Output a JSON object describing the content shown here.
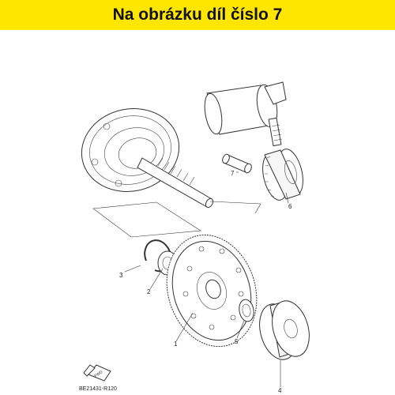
{
  "banner": {
    "text": "Na obrázku díl číslo 7",
    "background": "#ffe600"
  },
  "callouts": [
    "1",
    "2",
    "3",
    "4",
    "5",
    "6",
    "7"
  ],
  "direction_label": "FWD",
  "diagram_code": "BE21431-R120"
}
